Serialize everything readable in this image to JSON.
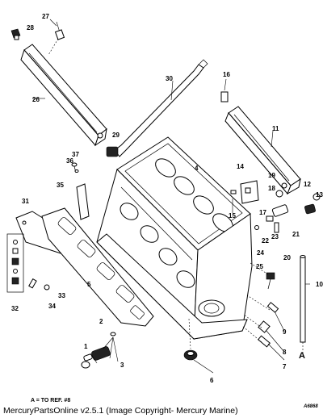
{
  "diagram": {
    "reference_note": "A = TO REF. #8",
    "figure_code": "A6868",
    "copyright": "MercuryPartsOnline v2.5.1 (Image Copyright- Mercury Marine)",
    "end_marker": "A",
    "callouts": [
      "1",
      "2",
      "3",
      "4",
      "5",
      "6",
      "7",
      "8",
      "9",
      "10",
      "11",
      "12",
      "13",
      "14",
      "15",
      "16",
      "17",
      "18",
      "19",
      "20",
      "21",
      "22",
      "23",
      "24",
      "25",
      "26",
      "27",
      "28",
      "29",
      "30",
      "31",
      "32",
      "33",
      "34",
      "35",
      "36",
      "37"
    ]
  }
}
